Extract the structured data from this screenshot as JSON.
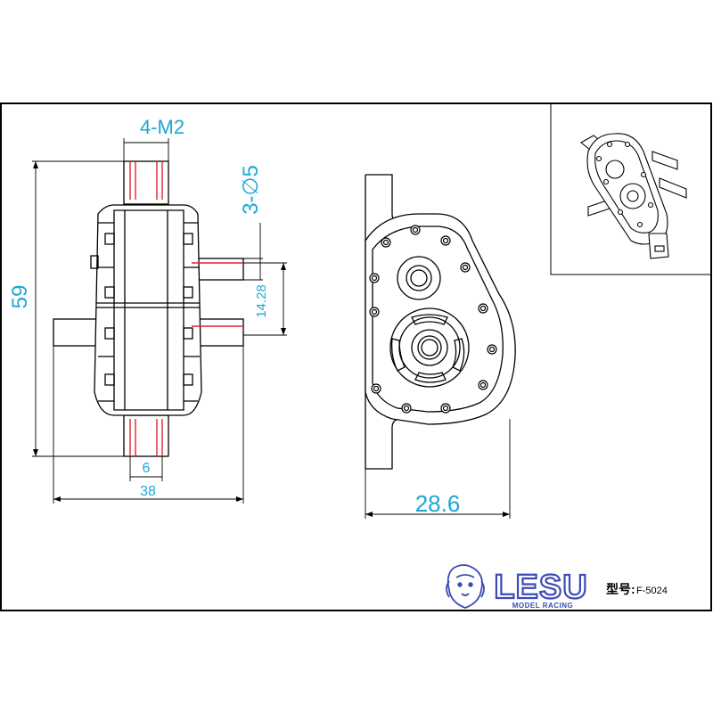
{
  "dimensions": {
    "holes_label": "4-M2",
    "shaft_label": "3-∅5",
    "height_label": "59",
    "shaft_spacing_label": "14.28",
    "inner_width_label": "6",
    "total_width_label": "38",
    "depth_label": "28.6"
  },
  "brand": {
    "logo_text": "LESU",
    "tagline": "MODEL RACING",
    "model_prefix": "型号:",
    "model_number": "F-5024"
  },
  "colors": {
    "dimension": "#1ca7d6",
    "accent_lines": "#e0242c",
    "brand": "#3b4bb5",
    "outline": "#000000"
  }
}
